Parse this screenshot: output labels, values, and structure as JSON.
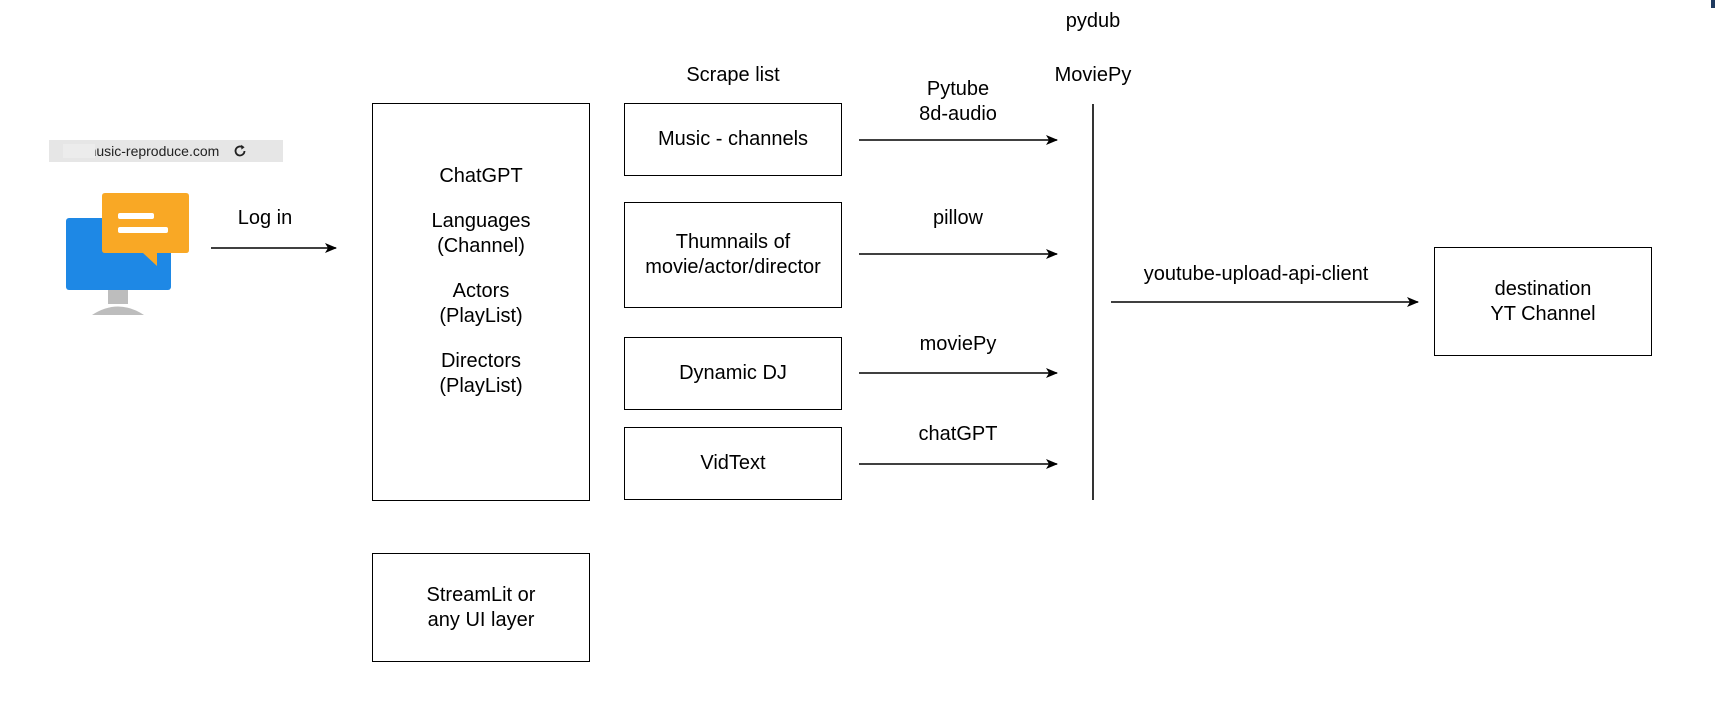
{
  "browser": {
    "url": "music-reproduce.com"
  },
  "client": {
    "login_label": "Log in"
  },
  "main_box": {
    "lines": [
      "ChatGPT",
      "Languages\n(Channel)",
      "Actors\n(PlayList)",
      "Directors\n(PlayList)"
    ]
  },
  "ui_box": {
    "label": "StreamLit or\nany UI layer"
  },
  "scrape": {
    "title": "Scrape list",
    "items": [
      "Music - channels",
      "Thumnails of\nmovie/actor/director",
      "Dynamic DJ",
      "VidText"
    ]
  },
  "tools": {
    "pytube": "Pytube\n8d-audio",
    "pillow": "pillow",
    "moviepy_small": "moviePy",
    "chatgpt": "chatGPT"
  },
  "processing": {
    "pydub": "pydub",
    "moviepy": "MoviePy"
  },
  "upload": {
    "label": "youtube-upload-api-client"
  },
  "destination": {
    "label": "destination\nYT Channel"
  },
  "colors": {
    "monitor_blue": "#1e88e5",
    "chat_orange": "#f9a825",
    "stand_gray": "#bdbdbd"
  }
}
